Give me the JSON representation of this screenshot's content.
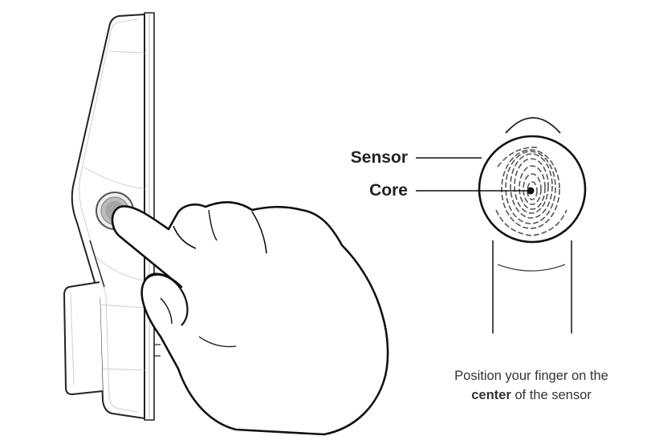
{
  "labels": {
    "sensor": "Sensor",
    "core": "Core"
  },
  "caption": {
    "line1": "Position your finger on the",
    "line2_bold": "center",
    "line2_rest": " of the sensor"
  },
  "colors": {
    "ink": "#222222",
    "fingerprint": "#555555",
    "device_edge": "#cfcfcf"
  }
}
